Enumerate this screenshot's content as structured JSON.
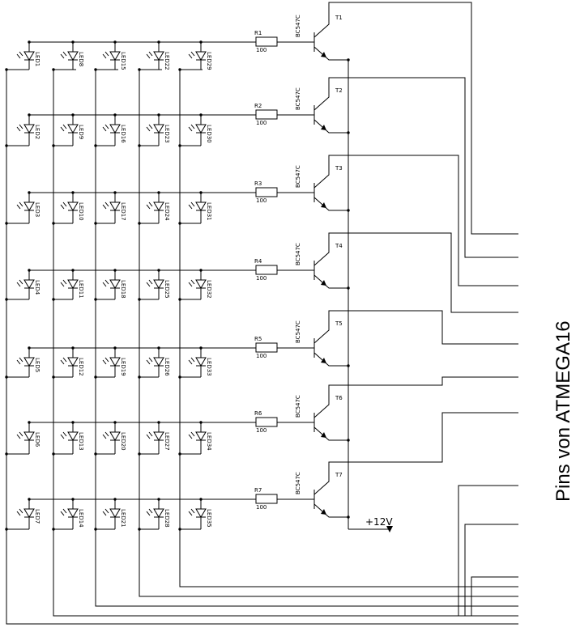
{
  "title": "Pins von ATMEGA16",
  "supply_label": "+12V",
  "resistor_value": "100",
  "transistor_type": "BC547C",
  "resistors": [
    "R1",
    "R2",
    "R3",
    "R4",
    "R5",
    "R6",
    "R7"
  ],
  "transistors": [
    "T1",
    "T2",
    "T3",
    "T4",
    "T5",
    "T6",
    "T7"
  ],
  "leds": [
    [
      "LED1",
      "LED8",
      "LED15",
      "LED22",
      "LED29"
    ],
    [
      "LED2",
      "LED9",
      "LED16",
      "LED23",
      "LED30"
    ],
    [
      "LED3",
      "LED10",
      "LED17",
      "LED24",
      "LED31"
    ],
    [
      "LED4",
      "LED11",
      "LED18",
      "LED25",
      "LED32"
    ],
    [
      "LED5",
      "LED12",
      "LED19",
      "LED26",
      "LED33"
    ],
    [
      "LED6",
      "LED13",
      "LED20",
      "LED27",
      "LED34"
    ],
    [
      "LED7",
      "LED14",
      "LED21",
      "LED28",
      "LED35"
    ]
  ]
}
